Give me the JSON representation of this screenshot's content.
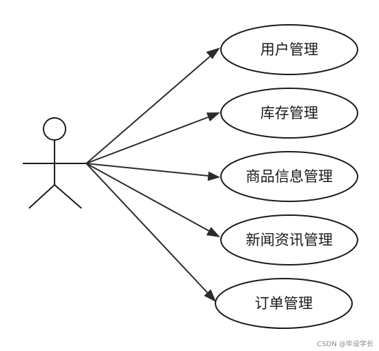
{
  "diagram": {
    "use_cases": [
      {
        "label": "用户管理"
      },
      {
        "label": "库存管理"
      },
      {
        "label": "商品信息管理"
      },
      {
        "label": "新闻资讯管理"
      },
      {
        "label": "订单管理"
      }
    ]
  },
  "watermark": "CSDN @毕设学长"
}
